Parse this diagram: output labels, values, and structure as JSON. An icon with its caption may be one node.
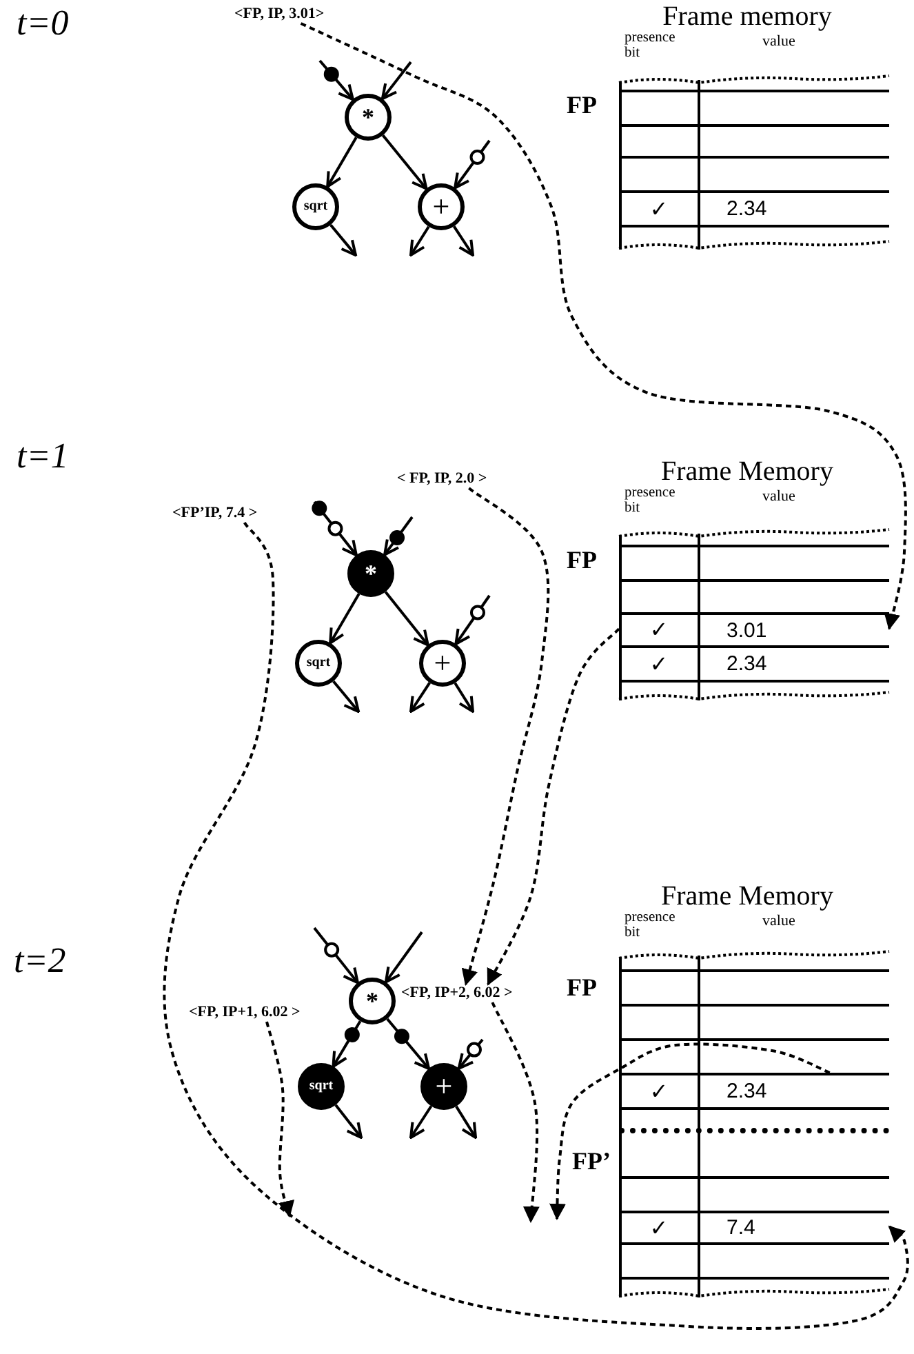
{
  "diagram": {
    "nodes": [
      {
        "text": [
          "<FP, IP, 3.01>"
        ]
      },
      {
        "text": [
          "*"
        ]
      },
      {
        "text": [
          "sqrt"
        ]
      },
      {
        "text": [
          "+"
        ]
      },
      {
        "text": [
          "Frame memory",
          "presence bit",
          "value"
        ],
        "beside": [
          "FP"
        ]
      },
      {
        "text": [],
        "shape": "box",
        "in": 4
      },
      {
        "text": [],
        "shape": "box",
        "in": 4
      },
      {
        "text": [],
        "shape": "box",
        "in": 4
      },
      {
        "text": [
          "✓",
          "2.34"
        ],
        "in": 4
      },
      {
        "text": [],
        "shape": "box",
        "in": 4
      },
      {
        "text": [
          "<FP’IP, 7.4 >"
        ]
      },
      {
        "text": [
          "< FP, IP, 2.0 >"
        ]
      },
      {
        "text": [
          "*"
        ]
      },
      {
        "text": [
          "sqrt"
        ]
      },
      {
        "text": [
          "+"
        ]
      },
      {
        "text": [
          "Frame Memory",
          "presence bit",
          "value"
        ],
        "beside": [
          "FP"
        ]
      },
      {
        "text": [],
        "shape": "box",
        "in": 15
      },
      {
        "text": [],
        "shape": "box",
        "in": 15
      },
      {
        "text": [
          "✓",
          "3.01"
        ],
        "in": 15
      },
      {
        "text": [
          "✓",
          "2.34"
        ],
        "in": 15
      },
      {
        "text": [],
        "shape": "box",
        "in": 15
      },
      {
        "text": [
          "*"
        ]
      },
      {
        "text": [
          "<FP, IP+1, 6.02 >"
        ]
      },
      {
        "text": [
          "<FP, IP+2, 6.02 >"
        ]
      },
      {
        "text": [
          "sqrt"
        ]
      },
      {
        "text": [
          "+"
        ]
      },
      {
        "text": [
          "Frame Memory",
          "presence bit",
          "value"
        ],
        "beside": [
          "FP",
          "FP’"
        ]
      },
      {
        "text": [],
        "shape": "box",
        "in": 26
      },
      {
        "text": [],
        "shape": "box",
        "in": 26
      },
      {
        "text": [],
        "shape": "box",
        "in": 26
      },
      {
        "text": [
          "✓",
          "2.34"
        ],
        "in": 26
      },
      {
        "text": [],
        "shape": "box",
        "in": 26
      },
      {
        "text": [],
        "shape": "box",
        "in": 26
      },
      {
        "text": [],
        "shape": "box",
        "in": 26
      },
      {
        "text": [
          "✓",
          "7.4"
        ],
        "in": 26
      },
      {
        "text": [],
        "shape": "box",
        "in": 26
      },
      {
        "text": [],
        "shape": "box",
        "in": 26
      }
    ],
    "edges": [
      {
        "from": null,
        "to": 1,
        "arrow": "to"
      },
      {
        "from": null,
        "to": 1,
        "arrow": "to"
      },
      {
        "from": 1,
        "to": 2,
        "arrow": "to"
      },
      {
        "from": 1,
        "to": 3,
        "arrow": "to"
      },
      {
        "from": null,
        "to": 3,
        "arrow": "to"
      },
      {
        "from": 2,
        "to": null,
        "arrow": "to"
      },
      {
        "from": 3,
        "to": null,
        "arrow": "to"
      },
      {
        "from": 3,
        "to": null,
        "arrow": "to"
      },
      {
        "from": 0,
        "to": 18,
        "arrow": "to",
        "style": "dashed"
      },
      {
        "from": null,
        "to": 12,
        "arrow": "to"
      },
      {
        "from": null,
        "to": 12,
        "arrow": "to"
      },
      {
        "from": 12,
        "to": 13,
        "arrow": "to"
      },
      {
        "from": 12,
        "to": 14,
        "arrow": "to"
      },
      {
        "from": null,
        "to": 14,
        "arrow": "to"
      },
      {
        "from": 13,
        "to": null,
        "arrow": "to"
      },
      {
        "from": 14,
        "to": null,
        "arrow": "to"
      },
      {
        "from": 14,
        "to": null,
        "arrow": "to"
      },
      {
        "from": 10,
        "to": 34,
        "arrow": "to",
        "style": "dashed"
      },
      {
        "from": 11,
        "to": 23,
        "arrow": "to",
        "style": "dashed"
      },
      {
        "from": 18,
        "to": 23,
        "arrow": "to",
        "style": "dashed"
      },
      {
        "from": null,
        "to": 21,
        "arrow": "to"
      },
      {
        "from": null,
        "to": 21,
        "arrow": "to"
      },
      {
        "from": 21,
        "to": 24,
        "arrow": "to"
      },
      {
        "from": 21,
        "to": 25,
        "arrow": "to"
      },
      {
        "from": null,
        "to": 25,
        "arrow": "to"
      },
      {
        "from": 24,
        "to": null,
        "arrow": "to"
      },
      {
        "from": 25,
        "to": null,
        "arrow": "to"
      },
      {
        "from": 25,
        "to": null,
        "arrow": "to"
      },
      {
        "from": 22,
        "to": null,
        "arrow": "to",
        "style": "dashed"
      },
      {
        "from": 23,
        "to": null,
        "arrow": "to",
        "style": "dashed"
      },
      {
        "from": 30,
        "to": null,
        "arrow": "to",
        "style": "dashed"
      }
    ],
    "labels": [
      "t=0",
      "t=1",
      "t=2"
    ]
  }
}
